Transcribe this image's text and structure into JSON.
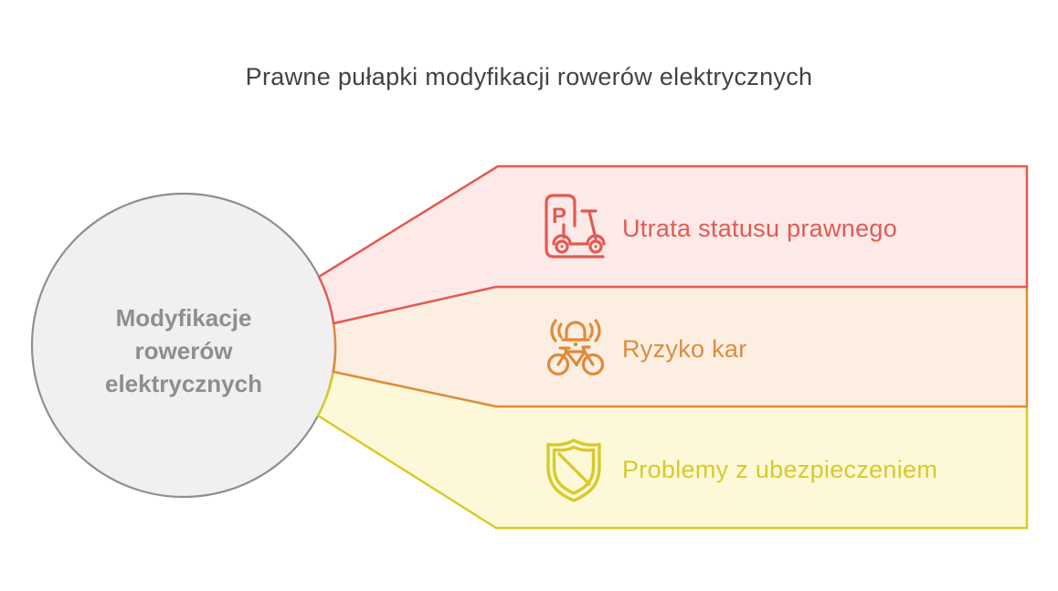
{
  "title": "Prawne pułapki modyfikacji rowerów elektrycznych",
  "colors": {
    "title_text": "#3f4347",
    "background": "#ffffff"
  },
  "center_node": {
    "label": "Modyfikacje rowerów elektrycznych",
    "lines": [
      "Modyfikacje",
      "rowerów",
      "elektrycznych"
    ],
    "fill": "#f0f0f1",
    "border": "#8f8f8f",
    "text_color": "#8e8e8e"
  },
  "branches": [
    {
      "label": "Utrata statusu prawnego",
      "icon": "scooter-parking-icon",
      "accent": "#e25a52",
      "fill": "#fdeae8",
      "icon_letter": "P"
    },
    {
      "label": "Ryzyko kar",
      "icon": "bicycle-bell-icon",
      "accent": "#df8b3c",
      "fill": "#fcefe2"
    },
    {
      "label": "Problemy z ubezpieczeniem",
      "icon": "shield-slash-icon",
      "accent": "#d9c92a",
      "fill": "#fdf9d8"
    }
  ]
}
